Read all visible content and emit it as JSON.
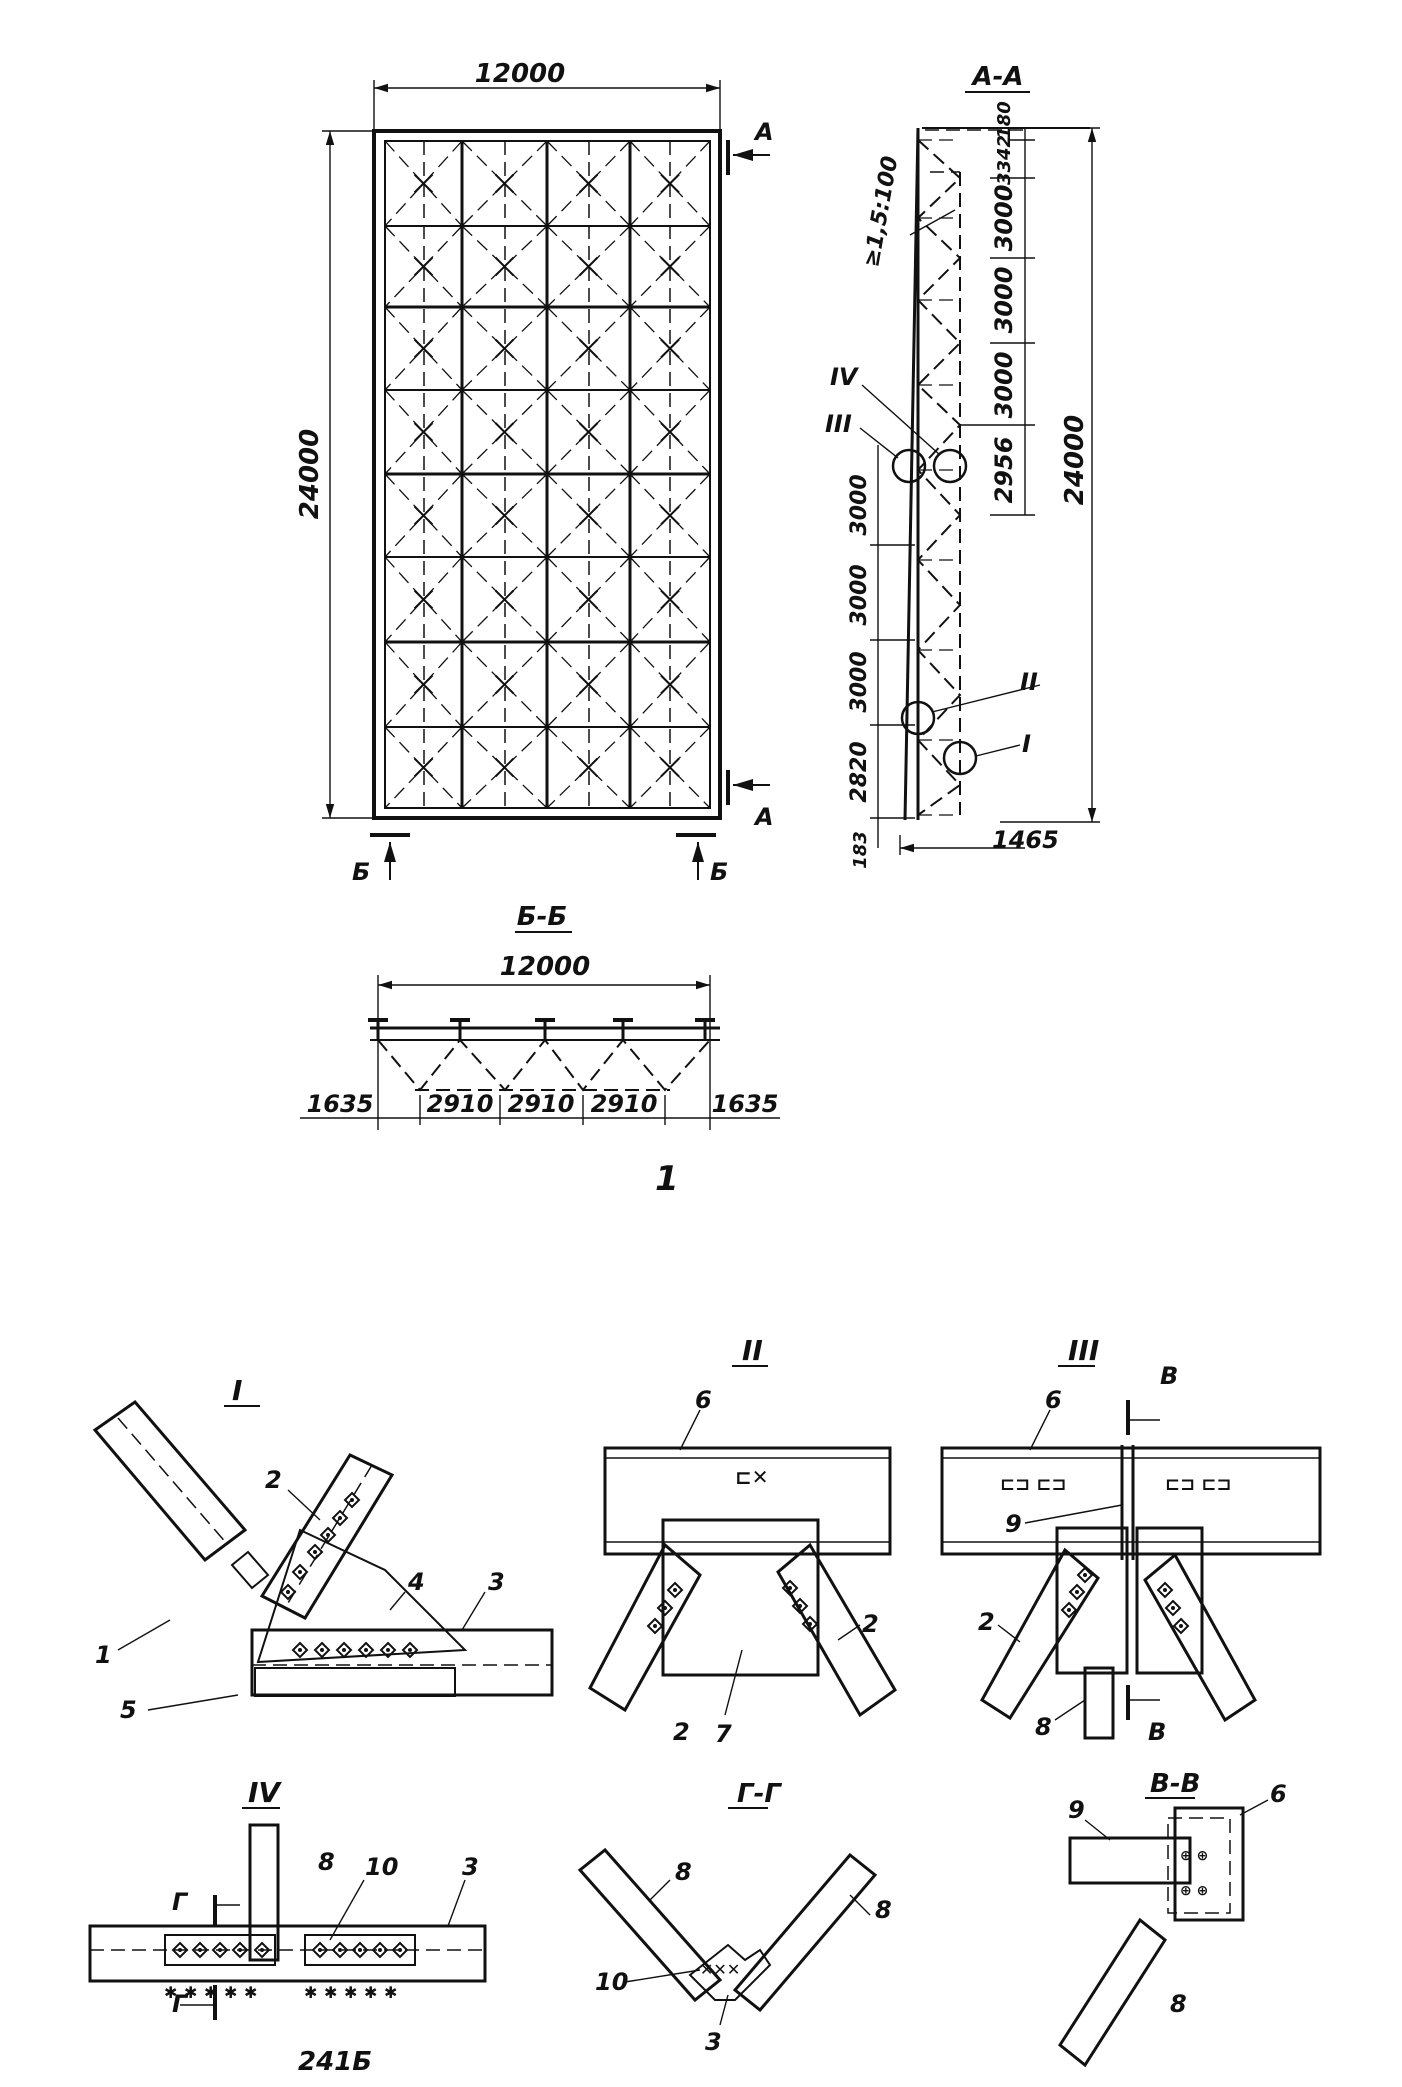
{
  "plan": {
    "dim_width": "12000",
    "dim_length": "24000",
    "section_a": "A",
    "section_b": "Б"
  },
  "section_aa": {
    "title": "A-A",
    "dims_right": [
      "180",
      "3342",
      "3000",
      "3000",
      "3000",
      "2956"
    ],
    "dim_total": "24000",
    "slope": "≥1,5:100",
    "dims_left": [
      "3000",
      "3000",
      "3000",
      "2820",
      "183"
    ],
    "dim_bottom": "1465",
    "nodes": [
      "IV",
      "III",
      "II",
      "I"
    ]
  },
  "section_bb": {
    "title": "Б-Б",
    "dim_total": "12000",
    "dims": [
      "1635",
      "2910",
      "2910",
      "2910",
      "1635"
    ]
  },
  "figure_number": "1",
  "details": {
    "node_I": {
      "title": "I",
      "labels": [
        "1",
        "2",
        "3",
        "4",
        "5"
      ]
    },
    "node_II": {
      "title": "II",
      "labels": [
        "6",
        "2",
        "2",
        "7"
      ]
    },
    "node_III": {
      "title": "III",
      "section_mark": "В",
      "labels": [
        "6",
        "9",
        "2",
        "8"
      ]
    },
    "node_IV": {
      "title": "IV",
      "section_mark": "Г",
      "labels": [
        "8",
        "10",
        "3"
      ]
    },
    "section_gg": {
      "title": "Г-Г",
      "labels": [
        "8",
        "8",
        "10",
        "3"
      ]
    },
    "section_vv": {
      "title": "В-В",
      "labels": [
        "9",
        "6",
        "8"
      ]
    }
  },
  "corner_text": "241Б"
}
